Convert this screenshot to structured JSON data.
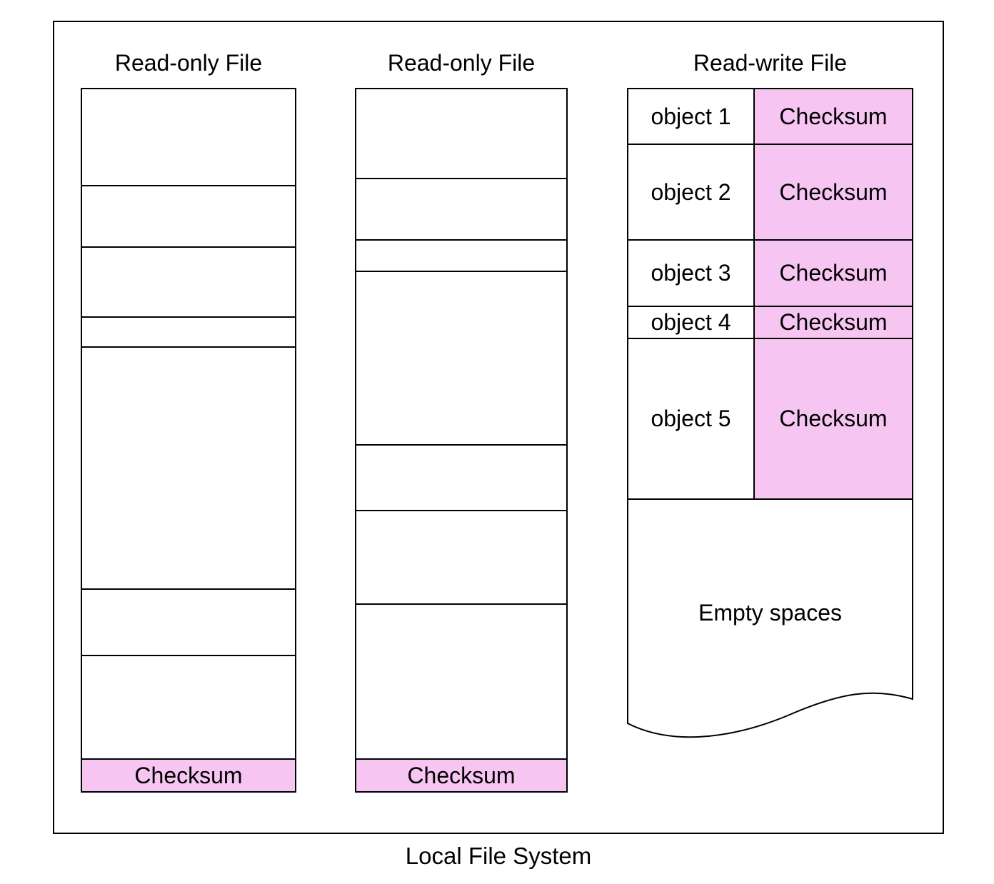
{
  "caption": "Local File System",
  "colors": {
    "highlight": "#f6c5f2",
    "line": "#000000",
    "background": "#ffffff"
  },
  "readonly_file_1": {
    "title": "Read-only File",
    "checksum_label": "Checksum"
  },
  "readonly_file_2": {
    "title": "Read-only File",
    "checksum_label": "Checksum"
  },
  "readwrite_file": {
    "title": "Read-write File",
    "rows": [
      {
        "object": "object 1",
        "checksum": "Checksum"
      },
      {
        "object": "object 2",
        "checksum": "Checksum"
      },
      {
        "object": "object 3",
        "checksum": "Checksum"
      },
      {
        "object": "object 4",
        "checksum": "Checksum"
      },
      {
        "object": "object 5",
        "checksum": "Checksum"
      }
    ],
    "empty_label": "Empty spaces"
  }
}
